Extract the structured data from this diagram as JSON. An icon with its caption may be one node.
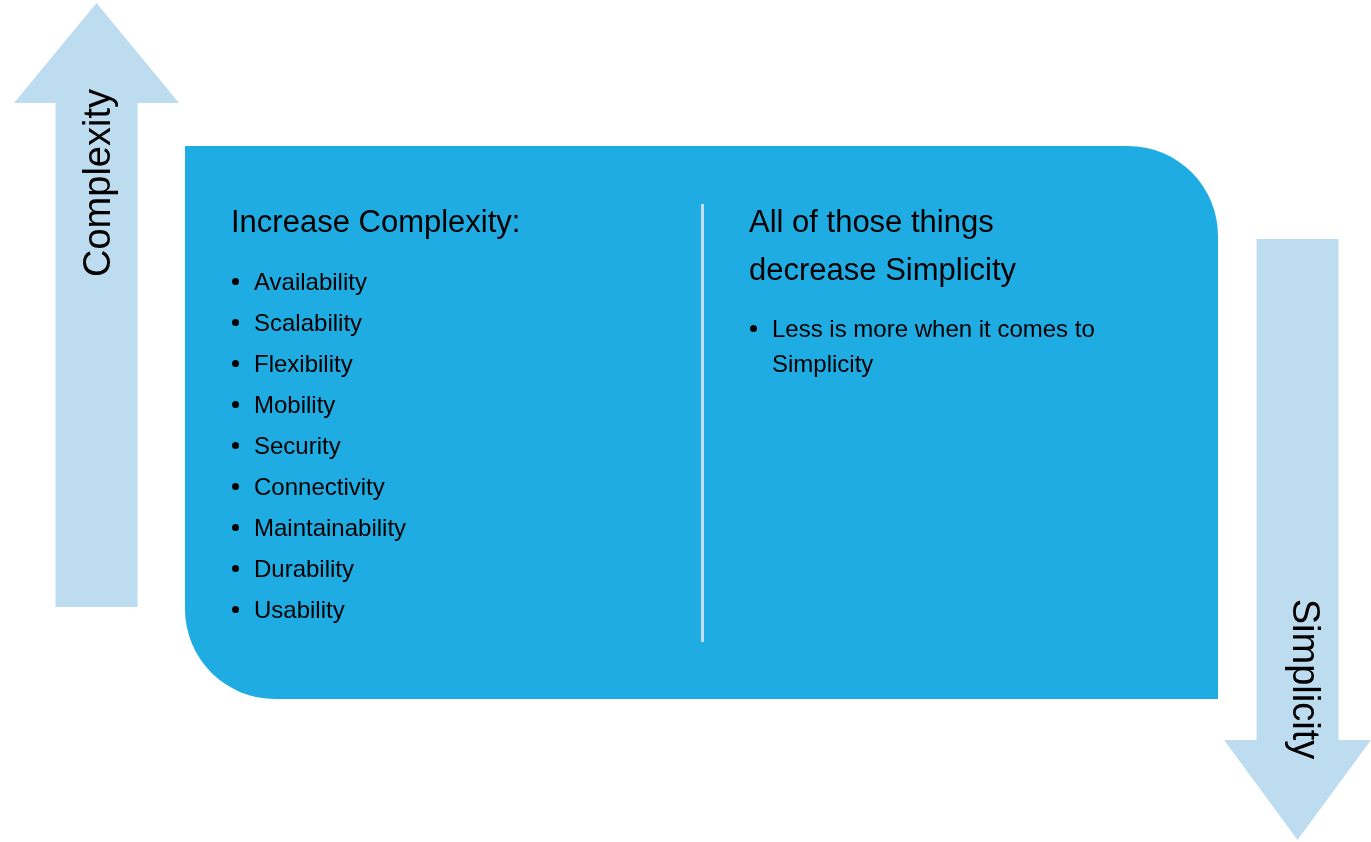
{
  "diagram": {
    "nodes": [
      {
        "text": [
          "Complexity"
        ]
      },
      {
        "text": [
          "Increase Complexity:",
          "Availability",
          "Scalability",
          "Flexibility",
          "Mobility",
          "Security",
          "Connectivity",
          "Maintainability",
          "Durability",
          "Usability",
          "All of those things decrease Simplicity",
          "Less is more when it comes to Simplicity"
        ]
      },
      {
        "text": [
          "Simplicity"
        ]
      }
    ],
    "edges": []
  }
}
